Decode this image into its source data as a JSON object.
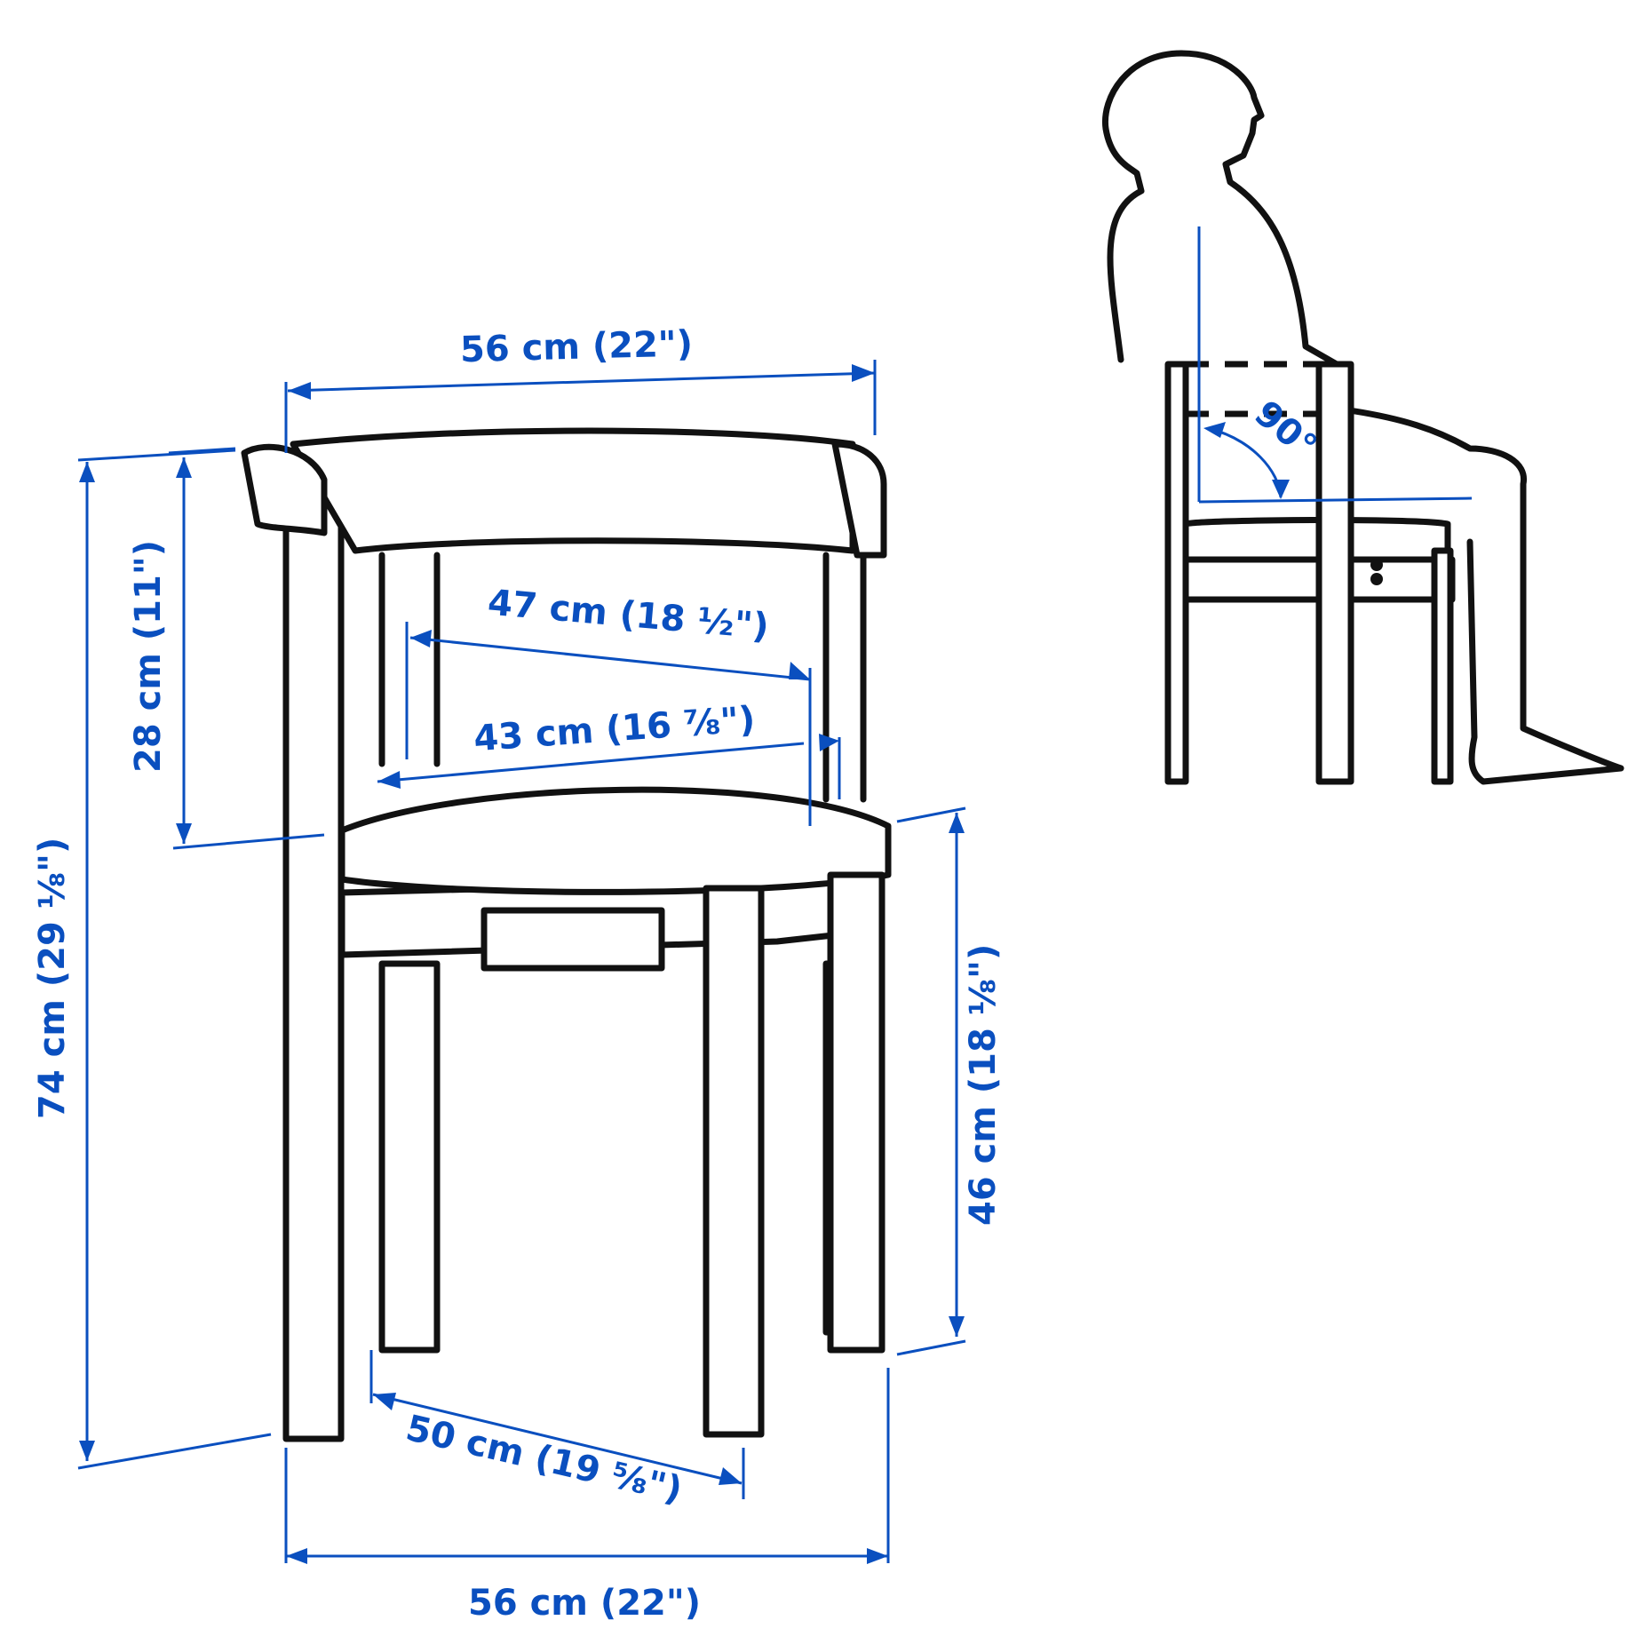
{
  "colors": {
    "dimension": "#0a4fbf",
    "outline": "#111111",
    "background": "#ffffff"
  },
  "dimensions": {
    "total_width_top": "56 cm (22\")",
    "seat_width_back": "47 cm (18 ½\")",
    "seat_width_front": "43 cm (16 ⅞\")",
    "backrest_height": "28 cm (11\")",
    "total_height": "74 cm (29 ⅛\")",
    "seat_height": "46 cm (18 ⅛\")",
    "seat_depth": "50 cm (19 ⅝\")",
    "total_width_bottom": "56 cm (22\")"
  },
  "side_view": {
    "angle_label": "90°"
  }
}
